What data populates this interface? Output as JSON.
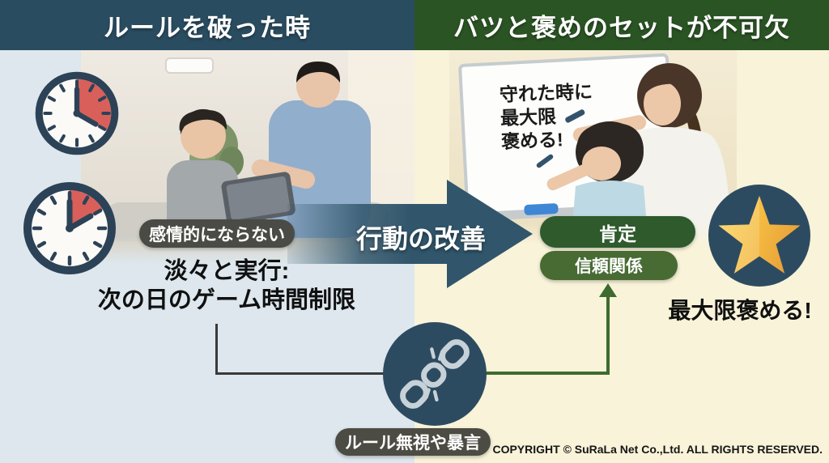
{
  "header": {
    "left_title": "ルールを破った時",
    "right_title": "バツと褒めのセットが不可欠"
  },
  "left_section": {
    "emotion_pill_label": "感情的にならない",
    "action_line1": "淡々と実行:",
    "action_line2": "次の日のゲーム時間制限"
  },
  "arrow": {
    "label": "行動の改善"
  },
  "right_section": {
    "whiteboard_line1": "守れた時に",
    "whiteboard_line2": "最大限",
    "whiteboard_line3": "褒める!",
    "affirmation_pill_label": "肯定",
    "trust_pill_label": "信頼関係",
    "praise_text": "最大限褒める!"
  },
  "bottom_section": {
    "violation_pill_label": "ルール無視や暴言"
  },
  "footer": {
    "copyright": "COPYRIGHT © SuRaLa Net Co.,Ltd. ALL RIGHTS RESERVED."
  },
  "icons": {
    "clock_one_third": "clock-icon",
    "clock_one_sixth": "clock-icon",
    "broken_chain": "broken-chain-icon",
    "gold_star": "gold-star-icon",
    "improvement_arrow": "big-right-arrow",
    "feedback_arrow": "green-up-arrow"
  },
  "colors": {
    "header_left_bg": "#2a4c60",
    "header_right_bg": "#2b5424",
    "left_bg": "#dde7ed",
    "right_bg": "#f8f3d9",
    "dark_teal": "#2d4b60",
    "green_pill": "#2e5a2c",
    "green_line": "#3e6b2f",
    "gray_pill": "#4b4b45",
    "alert_red": "#d9605a",
    "star_gold": "#f5bc41"
  }
}
